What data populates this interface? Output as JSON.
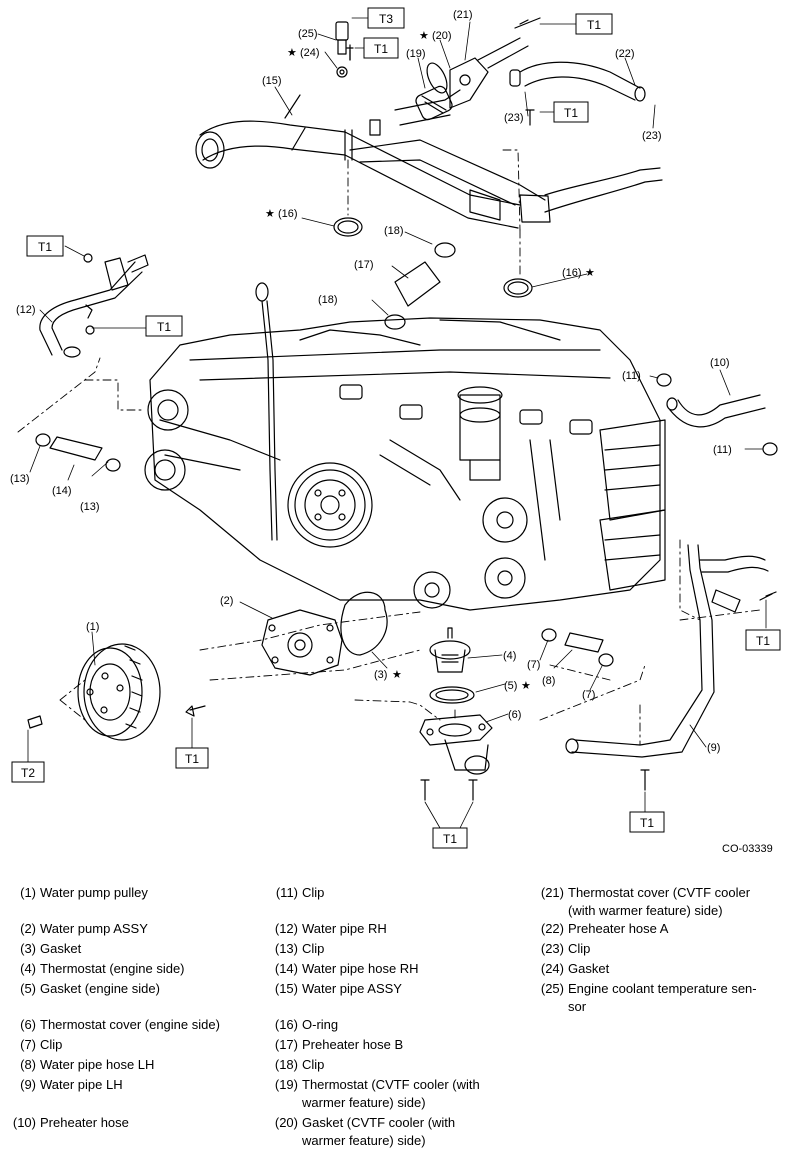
{
  "figure_code": "CO-03339",
  "torque_tags": {
    "t1": "T1",
    "t2": "T2",
    "t3": "T3"
  },
  "callouts": {
    "c1": "(1)",
    "c2": "(2)",
    "c3": "(3)",
    "c4": "(4)",
    "c5": "(5)",
    "c6": "(6)",
    "c7": "(7)",
    "c8": "(8)",
    "c9": "(9)",
    "c10": "(10)",
    "c11": "(11)",
    "c12": "(12)",
    "c13": "(13)",
    "c14": "(14)",
    "c15": "(15)",
    "c16": "(16)",
    "c17": "(17)",
    "c18": "(18)",
    "c19": "(19)",
    "c20": "(20)",
    "c21": "(21)",
    "c22": "(22)",
    "c23": "(23)",
    "c24": "(24)",
    "c25": "(25)",
    "star": "★"
  },
  "legend": [
    {
      "num": "(1)",
      "label": "Water pump pulley"
    },
    {
      "num": "(2)",
      "label": "Water pump ASSY"
    },
    {
      "num": "(3)",
      "label": "Gasket"
    },
    {
      "num": "(4)",
      "label": "Thermostat (engine side)"
    },
    {
      "num": "(5)",
      "label": "Gasket (engine side)"
    },
    {
      "num": "(6)",
      "label": "Thermostat cover (engine side)"
    },
    {
      "num": "(7)",
      "label": "Clip"
    },
    {
      "num": "(8)",
      "label": "Water pipe hose LH"
    },
    {
      "num": "(9)",
      "label": "Water pipe LH"
    },
    {
      "num": "(10)",
      "label": "Preheater hose"
    },
    {
      "num": "(11)",
      "label": "Clip"
    },
    {
      "num": "(12)",
      "label": "Water pipe RH"
    },
    {
      "num": "(13)",
      "label": "Clip"
    },
    {
      "num": "(14)",
      "label": "Water pipe hose RH"
    },
    {
      "num": "(15)",
      "label": "Water pipe ASSY"
    },
    {
      "num": "(16)",
      "label": "O-ring"
    },
    {
      "num": "(17)",
      "label": "Preheater hose B"
    },
    {
      "num": "(18)",
      "label": "Clip"
    },
    {
      "num": "(19)",
      "label": "Thermostat (CVTF cooler (with"
    },
    {
      "num": "",
      "label": "warmer feature) side)"
    },
    {
      "num": "(20)",
      "label": "Gasket (CVTF cooler (with"
    },
    {
      "num": "",
      "label": "warmer feature) side)"
    },
    {
      "num": "(21)",
      "label": "Thermostat cover (CVTF cooler"
    },
    {
      "num": "",
      "label": "(with warmer feature) side)"
    },
    {
      "num": "(22)",
      "label": "Preheater hose A"
    },
    {
      "num": "(23)",
      "label": "Clip"
    },
    {
      "num": "(24)",
      "label": "Gasket"
    },
    {
      "num": "(25)",
      "label": "Engine coolant temperature sen-"
    },
    {
      "num": "",
      "label": "sor"
    }
  ]
}
